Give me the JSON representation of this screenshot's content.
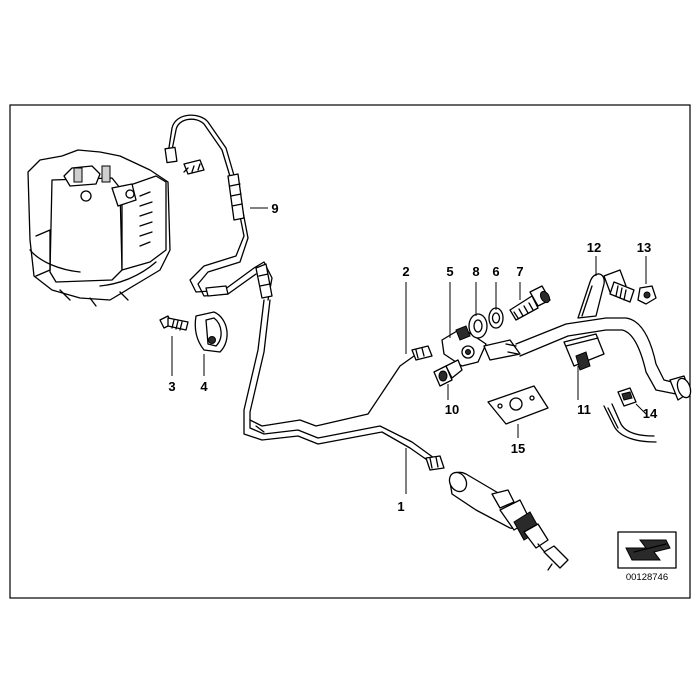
{
  "callouts": [
    {
      "id": "1",
      "label": "1"
    },
    {
      "id": "2",
      "label": "2"
    },
    {
      "id": "3",
      "label": "3"
    },
    {
      "id": "4",
      "label": "4"
    },
    {
      "id": "5",
      "label": "5"
    },
    {
      "id": "6",
      "label": "6"
    },
    {
      "id": "7",
      "label": "7"
    },
    {
      "id": "8",
      "label": "8"
    },
    {
      "id": "9",
      "label": "9"
    },
    {
      "id": "10",
      "label": "10"
    },
    {
      "id": "11",
      "label": "11"
    },
    {
      "id": "12",
      "label": "12"
    },
    {
      "id": "13",
      "label": "13"
    },
    {
      "id": "14",
      "label": "14"
    },
    {
      "id": "15",
      "label": "15"
    }
  ],
  "reference_number": "00128746",
  "icons": {
    "direction_badge": "arrow-down-left-icon"
  }
}
